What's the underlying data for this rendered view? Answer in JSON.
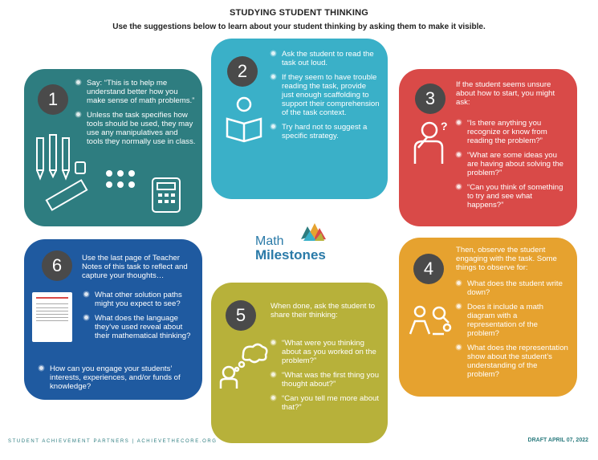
{
  "header": {
    "title": "STUDYING STUDENT THINKING",
    "subtitle": "Use the suggestions below to learn about your student thinking by asking them to make it visible."
  },
  "cards": {
    "c1": {
      "number": "1",
      "bullets": [
        "Say: “This is to help me understand better how you make sense of math problems.”",
        "Unless the task specifies how tools should be used, they may use any manipulatives and tools they normally use in class."
      ]
    },
    "c2": {
      "number": "2",
      "bullets": [
        "Ask the student to read the task out loud.",
        "If they seem to have trouble reading the task, provide just enough scaffolding to support their comprehension of the task context.",
        "Try hard not to suggest a specific strategy."
      ]
    },
    "c3": {
      "number": "3",
      "intro": "If the student seems unsure about how to start, you might ask:",
      "bullets": [
        "“Is there anything you recognize or know from reading the problem?”",
        "“What are some ideas you are having about solving the problem?”",
        "“Can you think of something to try and see what happens?”"
      ]
    },
    "c4": {
      "number": "4",
      "intro": "Then, observe the student engaging with the task. Some things to observe for:",
      "bullets": [
        "What does the student write down?",
        "Does it include a math diagram with a representation of the problem?",
        "What does the representation show about the student’s understanding of the problem?"
      ]
    },
    "c5": {
      "number": "5",
      "intro": "When done, ask the student to share their thinking:",
      "bullets": [
        "“What were you thinking about as you worked on the problem?”",
        "“What was the first thing you thought about?”",
        "“Can you tell me more about that?”"
      ]
    },
    "c6": {
      "number": "6",
      "intro": "Use the last page of Teacher Notes of this task to reflect and capture your thoughts…",
      "bullets": [
        "What other solution paths might you expect to see?",
        "What does the language they’ve used reveal about their mathematical thinking?"
      ],
      "outer_bullet": "How can you engage your students’ interests, experiences, and/or funds of knowledge?"
    }
  },
  "logo": {
    "line1": "Math",
    "line2": "Milestones"
  },
  "footer": {
    "left": "STUDENT ACHIEVEMENT PARTNERS | ACHIEVETHECORE.ORG",
    "right": "DRAFT APRIL 07, 2022"
  },
  "colors": {
    "card1": "#2e7d80",
    "card2": "#3ab0c8",
    "card3": "#d94a48",
    "card4": "#e6a22f",
    "card5": "#b7b13a",
    "card6": "#1f5aa0",
    "number_circle": "#4a4a4a"
  }
}
